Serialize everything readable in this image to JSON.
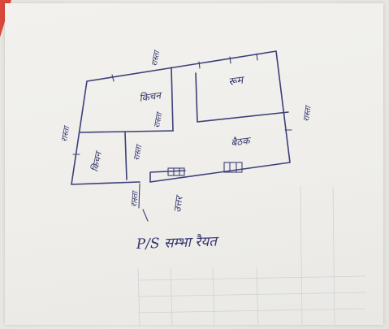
{
  "plot": {
    "title": "P/S सम्भा रैयत",
    "room_top_left": "किचन",
    "room_top_right": "रूम",
    "room_bottom_left": "किचन",
    "room_bottom_right": "बैठक",
    "passage_top": "रास्ता",
    "passage_left": "रास्ता",
    "side_top": "रास्ता",
    "side_left": "रास्ता",
    "side_right": "रास्ता",
    "side_bottom_left": "रास्ता",
    "entrance": "उत्तर"
  },
  "colors": {
    "ink": "#3d3f7a",
    "paper": "#efeeea",
    "red_folder": "#d9483a"
  }
}
